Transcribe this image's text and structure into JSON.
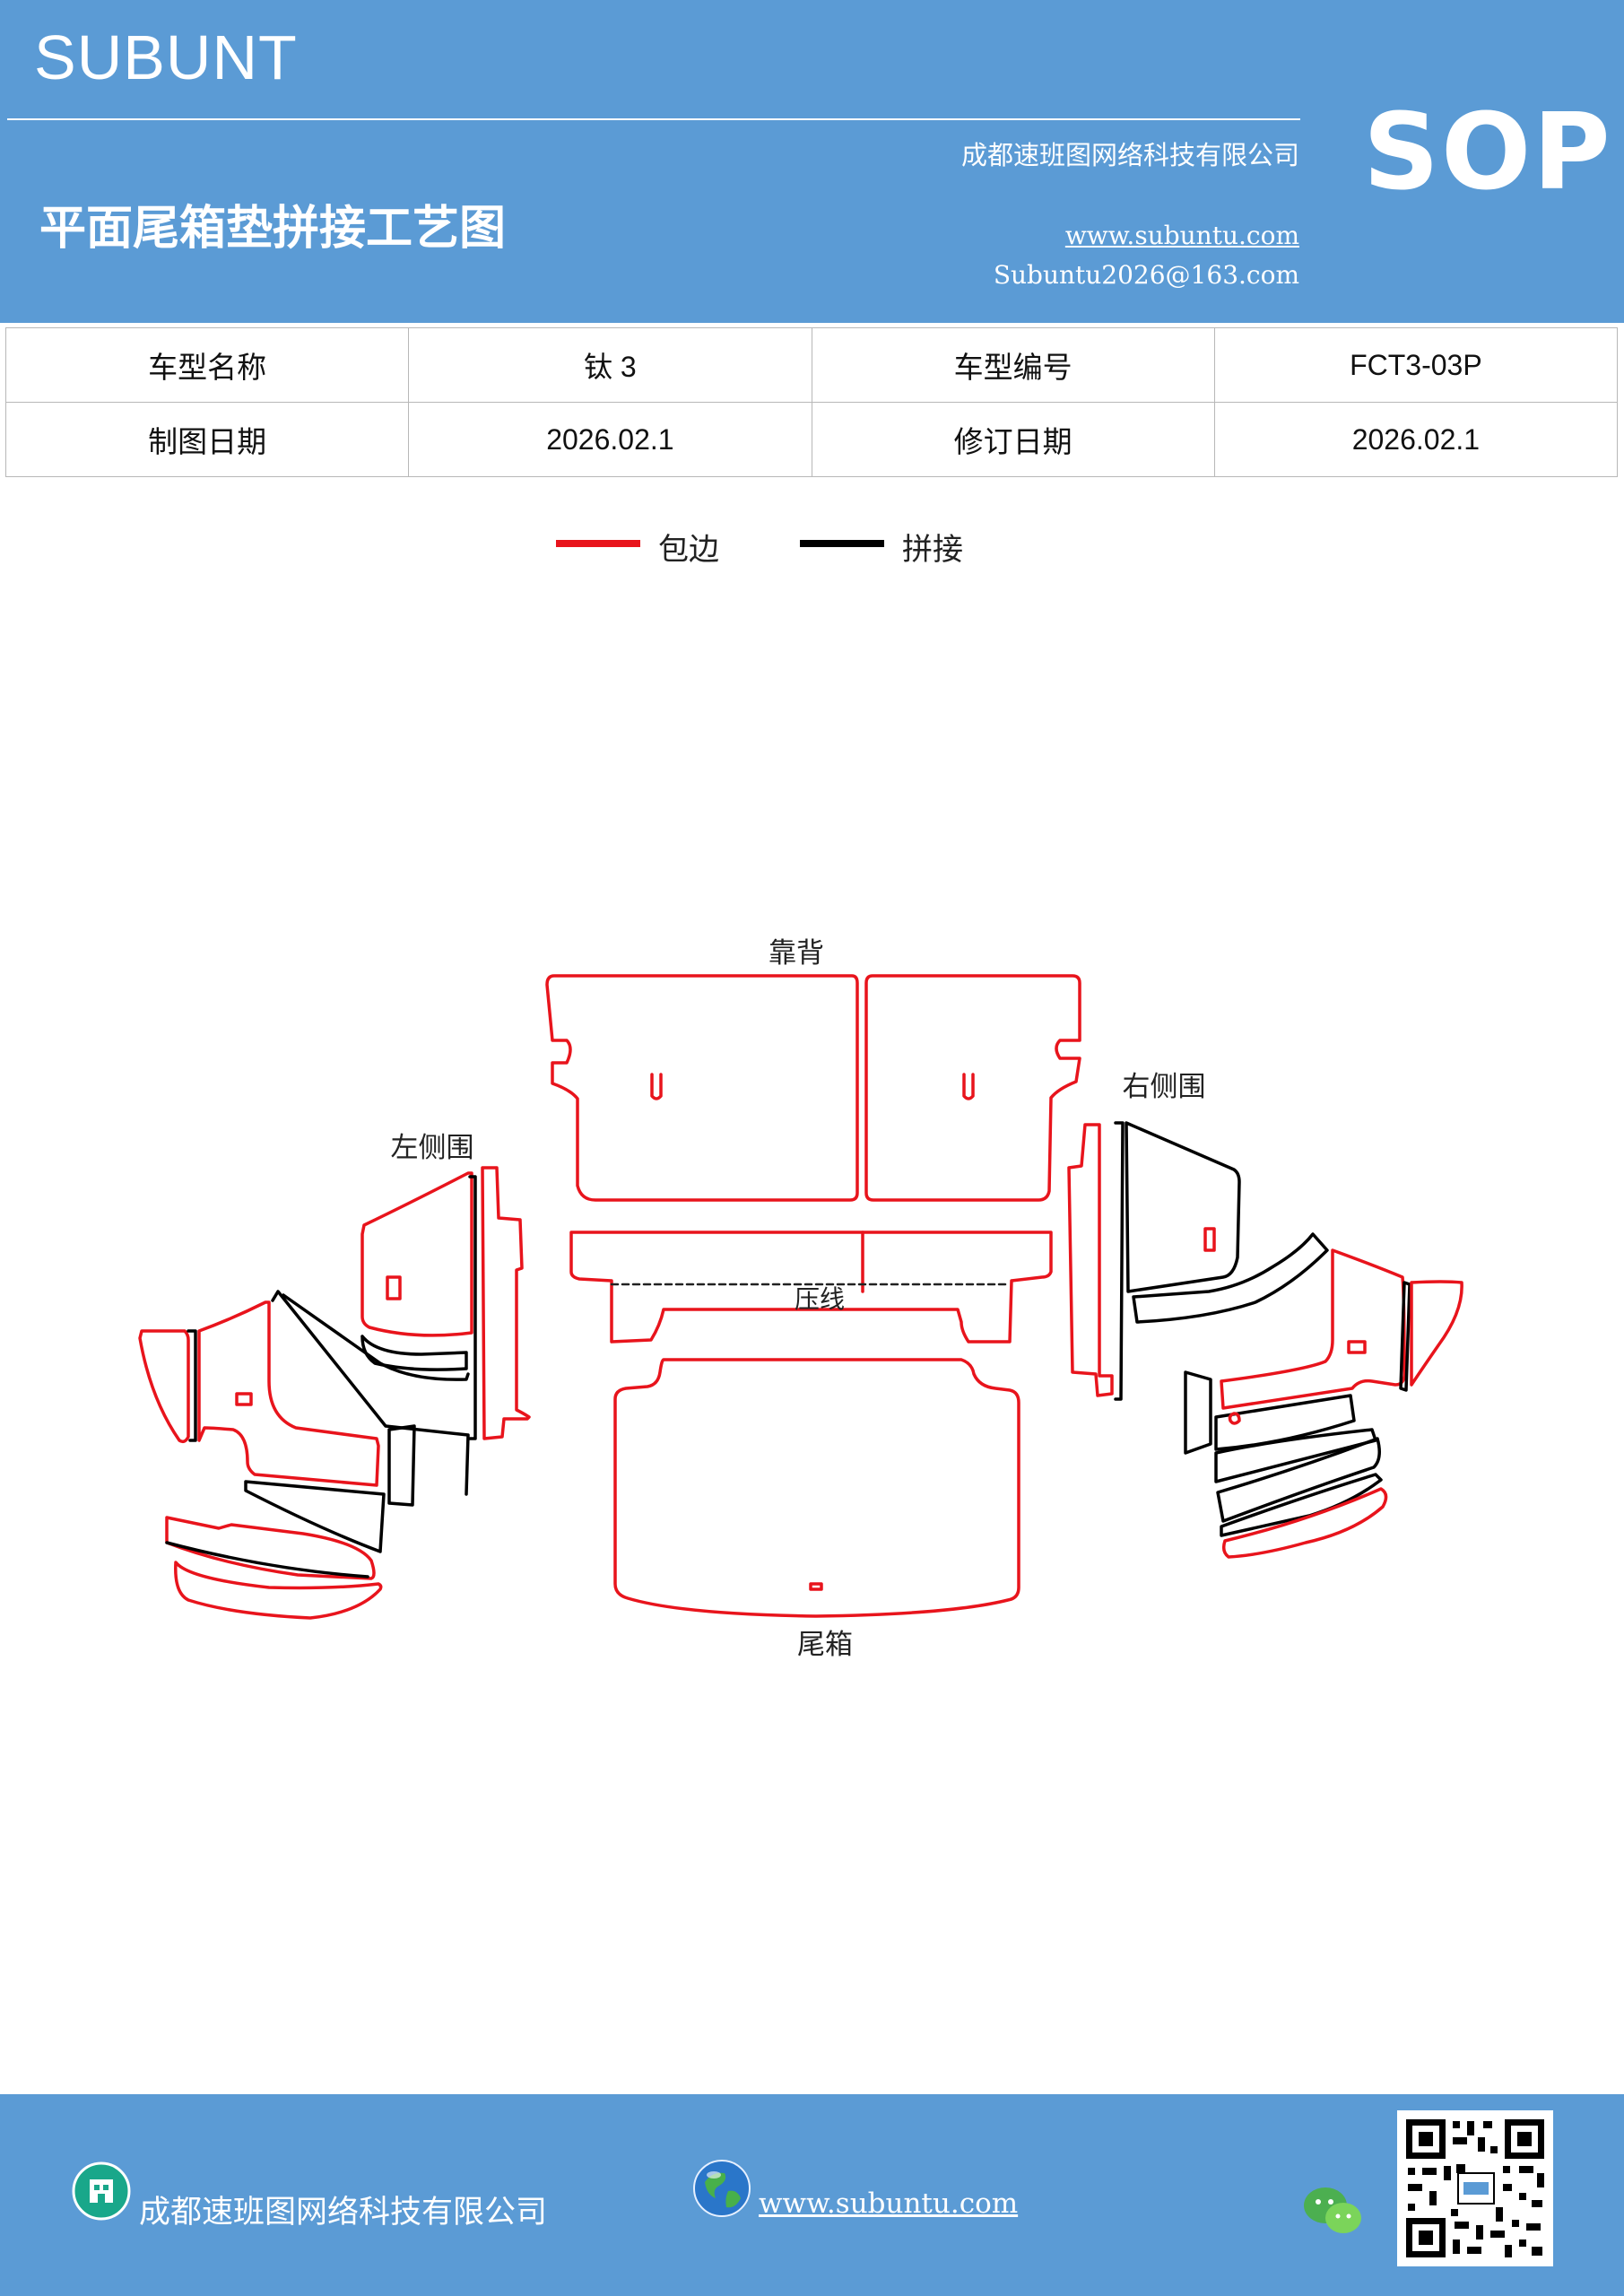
{
  "header": {
    "brand": "SUBUNT",
    "company": "成都速班图网络科技有限公司",
    "title": "平面尾箱垫拼接工艺图",
    "website": "www.subuntu.com",
    "email": "Subuntu2026@163.com",
    "badge": "SOP"
  },
  "info_table": {
    "rows": [
      [
        "车型名称",
        "钛 3",
        "车型编号",
        "FCT3-03P"
      ],
      [
        "制图日期",
        "2026.02.1",
        "修订日期",
        "2026.02.1"
      ]
    ]
  },
  "legend": {
    "items": [
      {
        "label": "包边",
        "color": "#e8141c"
      },
      {
        "label": "拼接",
        "color": "#000000"
      }
    ]
  },
  "diagram": {
    "labels": {
      "backrest": "靠背",
      "left_side": "左侧围",
      "right_side": "右侧围",
      "crease": "压线",
      "trunk": "尾箱"
    }
  },
  "footer": {
    "company": "成都速班图网络科技有限公司",
    "website": "www.subuntu.com",
    "icons": [
      "building-icon",
      "globe-icon",
      "wechat-icon",
      "qr-code"
    ]
  },
  "colors": {
    "header_bg": "#5b9bd5",
    "edging": "#e8141c",
    "seam": "#000000"
  }
}
